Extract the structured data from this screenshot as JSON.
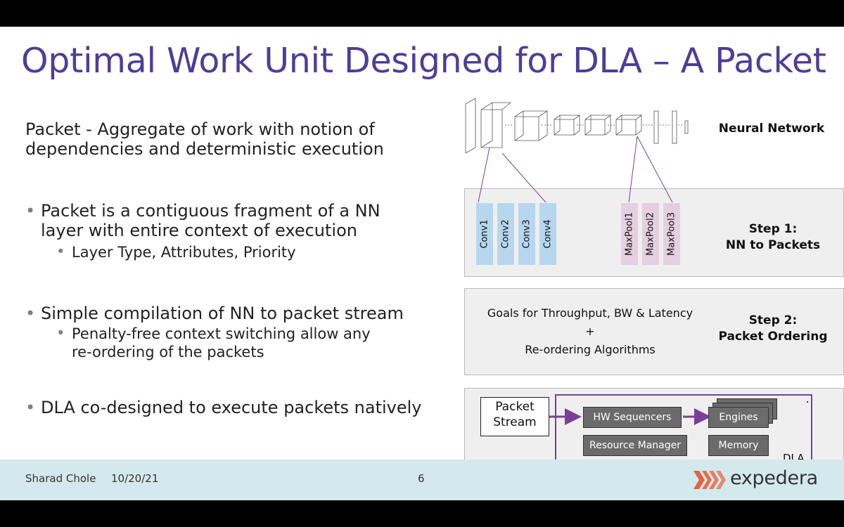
{
  "slide": {
    "title": "Optimal Work Unit Designed for DLA – A Packet",
    "lead": [
      "Packet - Aggregate of work with notion of",
      "dependencies and deterministic execution"
    ],
    "bullets": [
      {
        "text": [
          "Packet is a contiguous fragment of a NN",
          "layer with entire context of execution"
        ],
        "subs": [
          [
            "Layer Type, Attributes, Priority"
          ]
        ]
      },
      {
        "text": [
          "Simple compilation of NN to packet stream"
        ],
        "subs": [
          [
            "Penalty-free context switching allow any",
            "re-ordering of the packets"
          ]
        ]
      },
      {
        "text": [
          "DLA co-designed to execute packets natively"
        ],
        "subs": []
      }
    ]
  },
  "diagram": {
    "nn_label": "Neural Network",
    "step1": {
      "title": "Step 1:",
      "subtitle": "NN to Packets",
      "conv_packets": [
        "Conv1",
        "Conv2",
        "Conv3",
        "Conv4"
      ],
      "pool_packets": [
        "MaxPool1",
        "MaxPool2",
        "MaxPool3"
      ]
    },
    "step2": {
      "title": "Step 2:",
      "subtitle": "Packet Ordering",
      "goals": "Goals for Throughput, BW & Latency",
      "plus": "+",
      "algorithms": "Re-ordering Algorithms"
    },
    "dla": {
      "packet_stream": [
        "Packet",
        "Stream"
      ],
      "hw_sequencers": "HW Sequencers",
      "engines": "Engines",
      "resource_manager": "Resource Manager",
      "memory": "Memory",
      "label": "DLA"
    }
  },
  "footer": {
    "author": "Sharad Chole",
    "date": "10/20/21",
    "page": "6",
    "logo_text": "expedera"
  },
  "colors": {
    "title": "#4b3f99",
    "conv": "#b7d7ef",
    "pool": "#e6cfe1",
    "dla_border": "#7b3f98",
    "logo_chevron": "#e8603c",
    "footer_bg": "#d4e9ee"
  }
}
